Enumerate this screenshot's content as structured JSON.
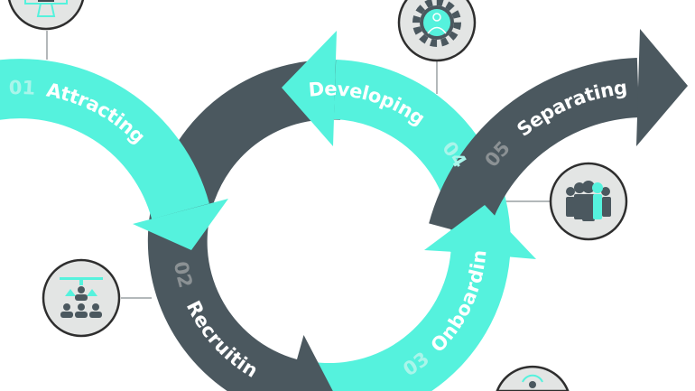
{
  "colors": {
    "teal": "#55f2dd",
    "dark": "#4b585f",
    "icon_bg": "#e3e5e4",
    "icon_border": "#2e2e2e",
    "connector": "#9aa0a3"
  },
  "stages": [
    {
      "number": "01",
      "label": "Attracting",
      "icon": "monitor-icon"
    },
    {
      "number": "02",
      "label": "Recruiting",
      "icon": "hierarchy-icon"
    },
    {
      "number": "03",
      "label": "Onboarding",
      "icon": "person-cycle-icon"
    },
    {
      "number": "04",
      "label": "Developing",
      "icon": "gear-people-icon"
    },
    {
      "number": "05",
      "label": "Separating",
      "icon": "group-icon"
    }
  ]
}
